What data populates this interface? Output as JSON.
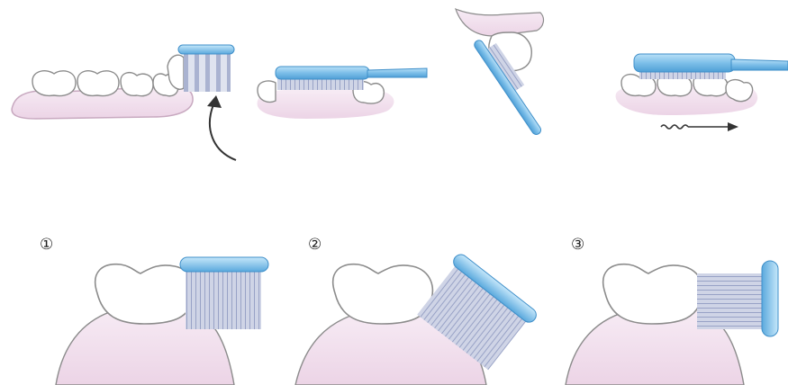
{
  "colors": {
    "brush_blue": "#8ec9ec",
    "brush_blue_dark": "#5aa9dd",
    "brush_edge": "#3f8fc9",
    "bristle": "#c9cfe2",
    "bristle_line": "#9aa4c4",
    "gum_pink": "#f4e3ef",
    "gum_edge": "#d6b8cd",
    "tooth": "#ffffff",
    "tooth_edge": "#8a8a8a",
    "arrow": "#333333"
  },
  "steps": [
    {
      "label": "①"
    },
    {
      "label": "②"
    },
    {
      "label": "③"
    }
  ],
  "icons": {
    "curved_arrow": "curved-arrow-icon",
    "motion_arrow": "motion-arrow-icon"
  }
}
